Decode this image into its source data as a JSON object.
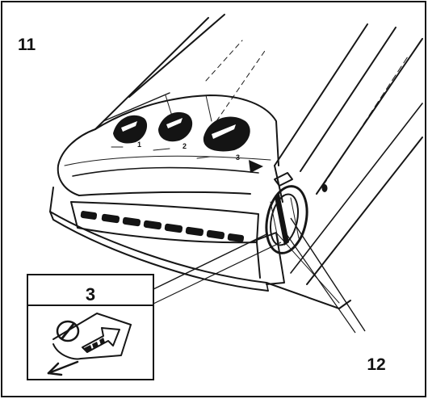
{
  "figure": {
    "figure_number": "11",
    "inset_step": "3",
    "callout": "12",
    "dial_marks": [
      "1",
      "2",
      "3"
    ],
    "colors": {
      "ink": "#161616",
      "paper": "#ffffff",
      "shade": "#5a5a5a"
    }
  }
}
